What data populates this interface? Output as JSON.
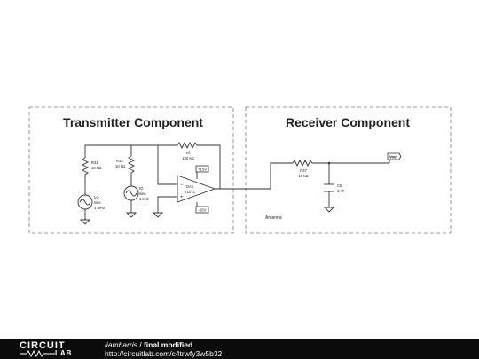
{
  "diagram": {
    "blocks": {
      "transmitter": {
        "title": "Transmitter Component"
      },
      "receiver": {
        "title": "Receiver Component",
        "note": "Antenna"
      }
    },
    "components": {
      "r31": {
        "name": "R31",
        "value": "10 kΩ"
      },
      "r32": {
        "name": "R32",
        "value": "10 kΩ"
      },
      "rf": {
        "name": "Rf",
        "value": "100 kΩ"
      },
      "r37": {
        "name": "R37",
        "value": "10 kΩ"
      },
      "c5": {
        "name": "C5",
        "value": "1 nF"
      },
      "lo": {
        "name": "LO",
        "kind": "sine",
        "freq": "1 MHz"
      },
      "io": {
        "name": "IO",
        "kind": "sine",
        "freq": "1 kHz"
      },
      "oa1": {
        "name": "OA1",
        "part": "TL071",
        "minus": "−",
        "plus": "+"
      },
      "vpos": {
        "label": "+15V"
      },
      "vneg": {
        "label": "-15V"
      },
      "vout": {
        "label": "Vout"
      }
    }
  },
  "footer": {
    "logo_top": "CIRCUIT",
    "logo_bottom": "LAB",
    "user": "liamharris",
    "separator": " / ",
    "title": "final modified",
    "url": "http://circuitlab.com/c4trwfy3w5b32"
  }
}
